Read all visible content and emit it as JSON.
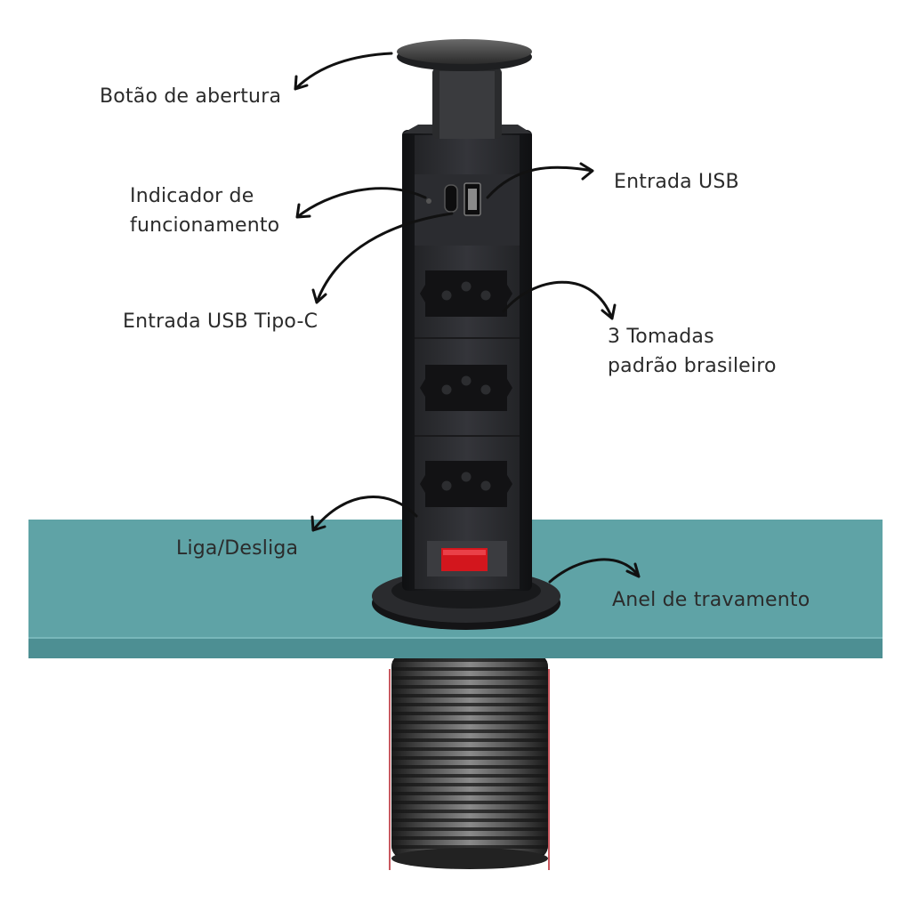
{
  "labels": {
    "opening_button": "Botão de abertura",
    "indicator": "Indicador de\nfuncionamento",
    "usb_port": "Entrada USB",
    "usb_typec_port": "Entrada USB Tipo-C",
    "sockets": "3 Tomadas\npadrão brasileiro",
    "power_switch": "Liga/Desliga",
    "locking_ring": "Anel de travamento"
  },
  "colors": {
    "countertop": "#5fa3a6",
    "countertop_edge": "#4d8f93",
    "tower_body": "#1b1c1e",
    "socket_panel": "#2c2d30",
    "switch_red": "#d3161d",
    "arrow": "#111111",
    "cable_guide": "#c9585f"
  },
  "counts": {
    "sockets": 3
  }
}
